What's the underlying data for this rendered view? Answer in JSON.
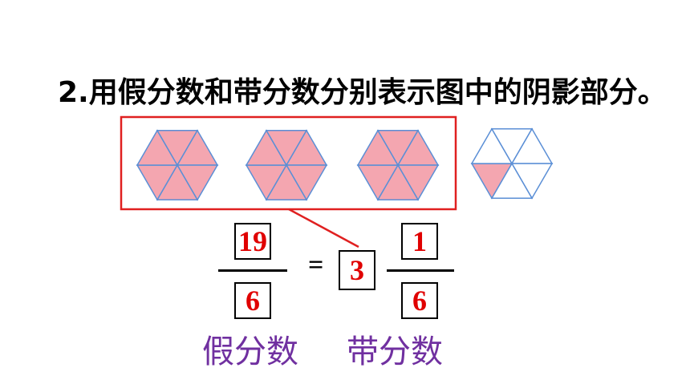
{
  "question": {
    "text": "2.用假分数和带分数分别表示图中的阴影部分。"
  },
  "hexagons": [
    {
      "shaded_fraction": 1
    },
    {
      "shaded_fraction": 1
    },
    {
      "shaded_fraction": 1
    },
    {
      "shaded_fraction": 0.1667
    }
  ],
  "improper_fraction": {
    "numerator": "19",
    "denominator": "6",
    "label": "假分数"
  },
  "mixed_number": {
    "whole": "3",
    "numerator": "1",
    "denominator": "6",
    "label": "带分数"
  },
  "equals_sign": "=",
  "colors": {
    "shade": "#f4a6b0",
    "hex_line": "#5b8fd6",
    "highlight_border": "#e02020",
    "answer_text": "#e00000",
    "label_text": "#7030a0"
  }
}
